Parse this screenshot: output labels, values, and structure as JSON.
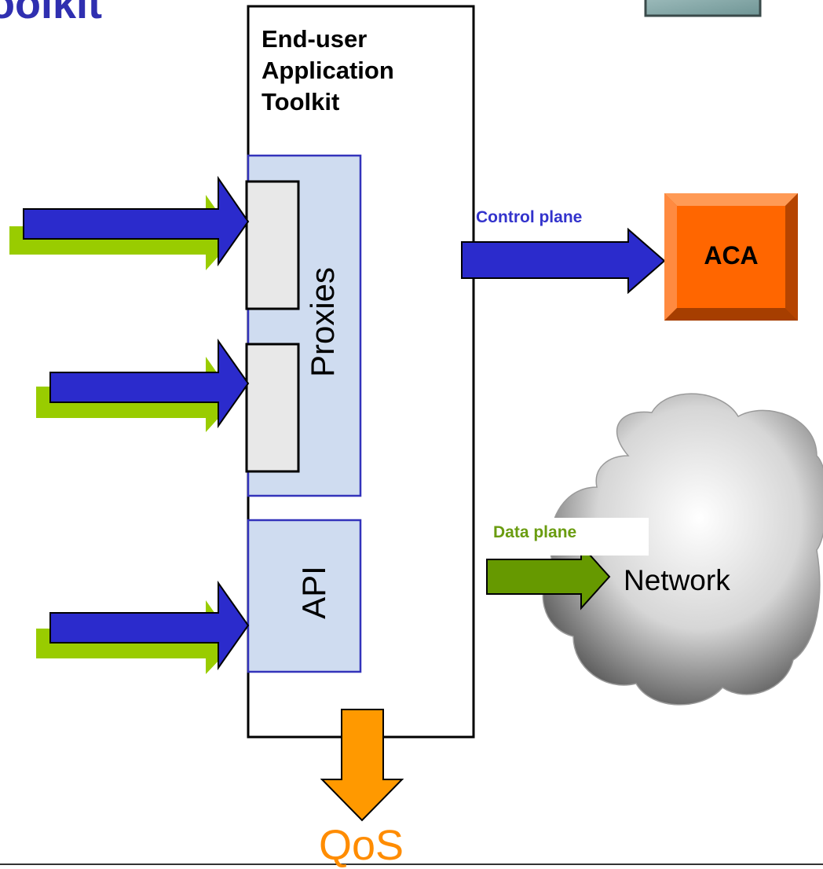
{
  "page_title": "oolkit",
  "toolkit": {
    "title_lines": [
      "End-user",
      "Application",
      "Toolkit"
    ],
    "proxies_label": "Proxies",
    "api_label": "API"
  },
  "control_plane": {
    "label": "Control plane"
  },
  "aca": {
    "label": "ACA"
  },
  "data_plane": {
    "label": "Data plane"
  },
  "network": {
    "label": "Network"
  },
  "qos": {
    "label": "QoS"
  },
  "colors": {
    "title_blue": "#2f2fb0",
    "arrow_blue": "#2b2bcc",
    "arrow_shadow_green": "#99cc00",
    "proxy_fill": "#cfdcf0",
    "proxy_border": "#3333bb",
    "aca_orange": "#ff6600",
    "data_arrow_green": "#669900",
    "qos_orange": "#ff9900"
  }
}
